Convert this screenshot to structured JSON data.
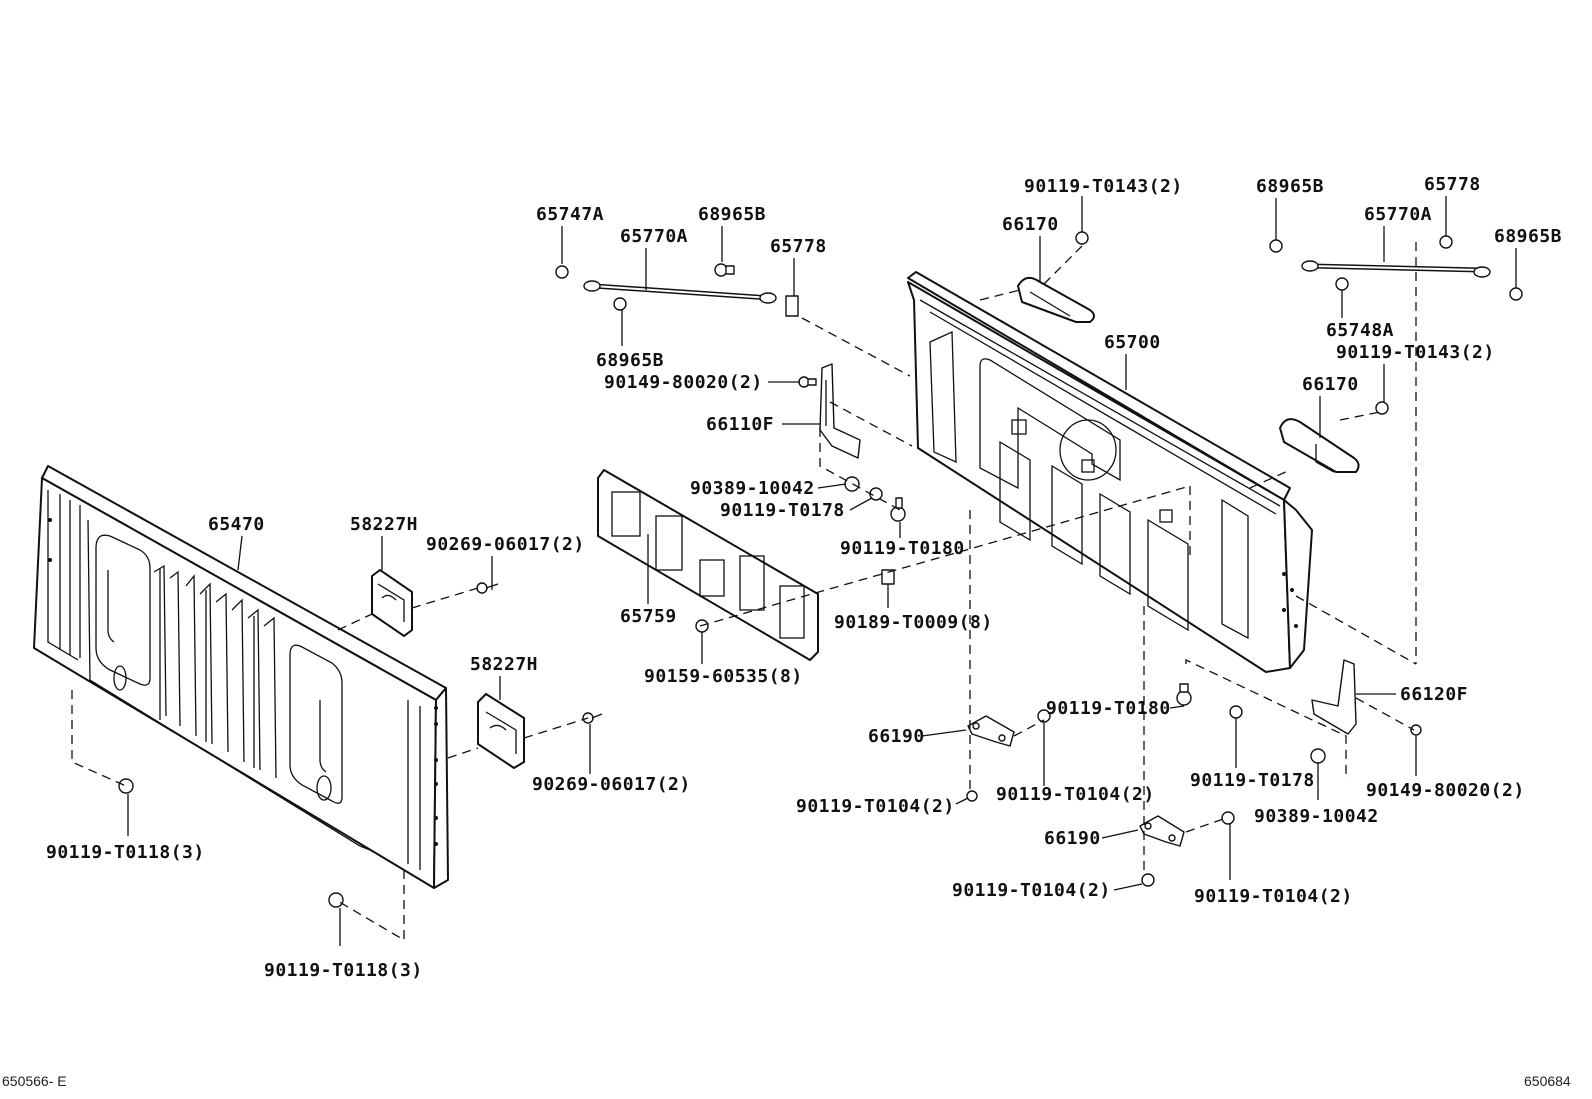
{
  "diagram": {
    "labels": {
      "l_65747A": "65747A",
      "l_65770A_left": "65770A",
      "l_68965B_top_left": "68965B",
      "l_65778_left": "65778",
      "l_68965B_bottom_left": "68965B",
      "l_90149_80020_left": "90149-80020(2)",
      "l_66110F": "66110F",
      "l_90389_10042_left": "90389-10042",
      "l_90119_T0178_left": "90119-T0178",
      "l_90119_T0180_left": "90119-T0180",
      "l_90189_T0009": "90189-T0009(8)",
      "l_65759": "65759",
      "l_90159_60535": "90159-60535(8)",
      "l_90119_T0143_top": "90119-T0143(2)",
      "l_66170_top": "66170",
      "l_65700": "65700",
      "l_68965B_top_right": "68965B",
      "l_65778_right": "65778",
      "l_65770A_right": "65770A",
      "l_68965B_far_right": "68965B",
      "l_65748A": "65748A",
      "l_90119_T0143_right": "90119-T0143(2)",
      "l_66170_right": "66170",
      "l_66120F": "66120F",
      "l_90119_T0180_right": "90119-T0180",
      "l_66190_upper": "66190",
      "l_90119_T0104_a": "90119-T0104(2)",
      "l_90119_T0104_b": "90119-T0104(2)",
      "l_90119_T0178_right": "90119-T0178",
      "l_90389_10042_right": "90389-10042",
      "l_90149_80020_right": "90149-80020(2)",
      "l_66190_lower": "66190",
      "l_90119_T0104_c": "90119-T0104(2)",
      "l_90119_T0104_d": "90119-T0104(2)",
      "l_65470": "65470",
      "l_58227H_upper": "58227H",
      "l_90269_06017_upper": "90269-06017(2)",
      "l_58227H_lower": "58227H",
      "l_90269_06017_lower": "90269-06017(2)",
      "l_90119_T0118_left": "90119-T0118(3)",
      "l_90119_T0118_bottom": "90119-T0118(3)"
    },
    "footer_left": "650566- E",
    "footer_right": "650684"
  }
}
